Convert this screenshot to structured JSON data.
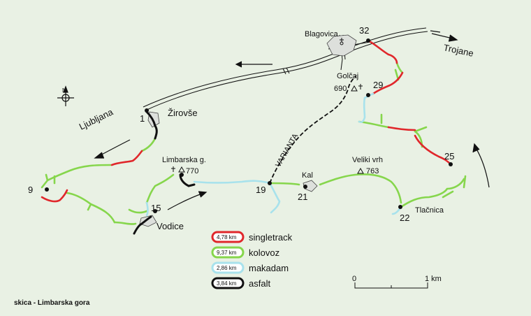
{
  "places": {
    "blagovica": "Blagovica",
    "trojane": "Trojane",
    "ljubljana": "Ljubljana",
    "zirovse": "Žirovše",
    "golcaj": "Golčaj",
    "golcaj_alt": "690",
    "limbarska": "Limbarska g.",
    "limbarska_alt": "770",
    "veliki_vrh": "Veliki vrh",
    "veliki_vrh_alt": "763",
    "kal": "Kal",
    "vodice": "Vodice",
    "tlacnica": "Tlačnica",
    "varianta": "VARIANTA"
  },
  "waypoints": {
    "p1": "1",
    "p9": "9",
    "p15": "15",
    "p19": "19",
    "p21": "21",
    "p22": "22",
    "p25": "25",
    "p29": "29",
    "p32": "32"
  },
  "legend": {
    "singletrack": {
      "km": "4,78 km",
      "label": "singletrack",
      "color": "#e0272b"
    },
    "kolovoz": {
      "km": "9,37 km",
      "label": "kolovoz",
      "color": "#86d64c"
    },
    "makadam": {
      "km": "2,86 km",
      "label": "makadam",
      "color": "#a8e2ec"
    },
    "asfalt": {
      "km": "3,84 km",
      "label": "asfalt",
      "color": "#111111"
    }
  },
  "scale": {
    "zero": "0",
    "one": "1 km"
  },
  "compass": {
    "north": "N"
  },
  "caption": "skica - Limbarska gora",
  "icons": [
    "compass-icon",
    "church-icon",
    "summit-triangle-icon"
  ]
}
